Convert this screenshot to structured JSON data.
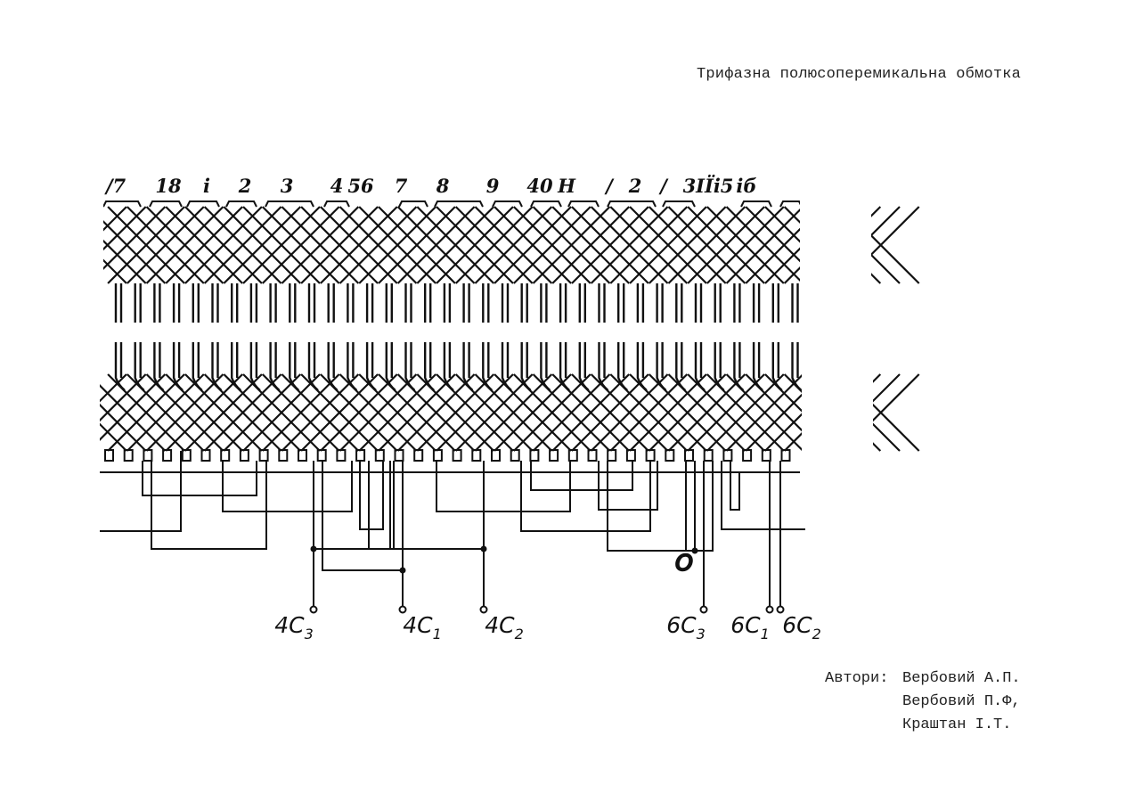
{
  "title": "Трифазна полюсоперемикальна обмотка",
  "slot_labels": [
    "/7",
    "18",
    "i",
    "2",
    "3",
    "4",
    "56",
    "7",
    "8",
    "9",
    "40",
    "H",
    "/",
    "2",
    "/",
    "3IЇi5",
    "iб"
  ],
  "terminals": [
    {
      "main": "4C",
      "sub": "3"
    },
    {
      "main": "4C",
      "sub": "1"
    },
    {
      "main": "4C",
      "sub": "2"
    },
    {
      "main": "6C",
      "sub": "3"
    },
    {
      "main": "6C",
      "sub": "1"
    },
    {
      "main": "6C",
      "sub": "2"
    }
  ],
  "neutral_label": "O",
  "authors": {
    "label": "Автори:",
    "names": [
      "Вербовий А.П.",
      "Вербовий П.Ф,",
      "Краштан І.Т."
    ]
  }
}
